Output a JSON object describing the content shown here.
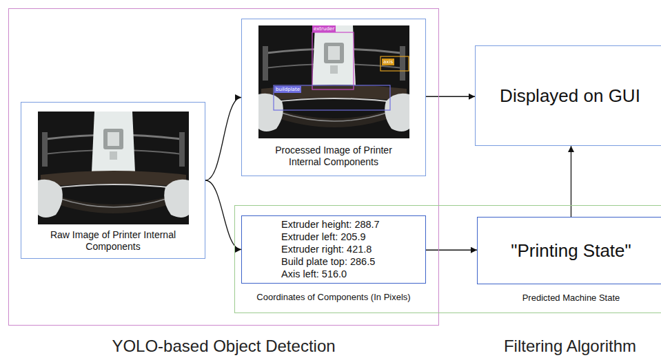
{
  "diagram": {
    "nodes": [
      {
        "text": [
          "YOLO-based Object Detection"
        ]
      },
      {
        "text": [
          "Raw Image of Printer Internal Components"
        ],
        "in": 0
      },
      {
        "text": [
          "Processed Image of Printer Internal Components"
        ],
        "in": 0
      },
      {
        "text": [
          "Filtering Algorithm"
        ]
      },
      {
        "text": [
          "Extruder height: 288.7",
          "Extruder left: 205.9",
          "Extruder right: 421.8",
          "Build plate top: 286.5",
          "Axis left: 516.0",
          "Coordinates of Components (In Pixels)"
        ],
        "in": 3
      },
      {
        "text": [
          "\"Printing State\"",
          "Predicted Machine State"
        ],
        "in": 3
      },
      {
        "text": [
          "Displayed on GUI"
        ]
      }
    ],
    "edges": [
      {
        "from": 1,
        "to": 2,
        "arrow": "to"
      },
      {
        "from": 1,
        "to": 4,
        "arrow": "to"
      },
      {
        "from": 2,
        "to": 6,
        "arrow": "to"
      },
      {
        "from": 4,
        "to": 5,
        "arrow": "to"
      },
      {
        "from": 5,
        "to": 6,
        "arrow": "to"
      }
    ],
    "labels": [
      "extruder",
      "buildplate",
      "axis"
    ]
  }
}
